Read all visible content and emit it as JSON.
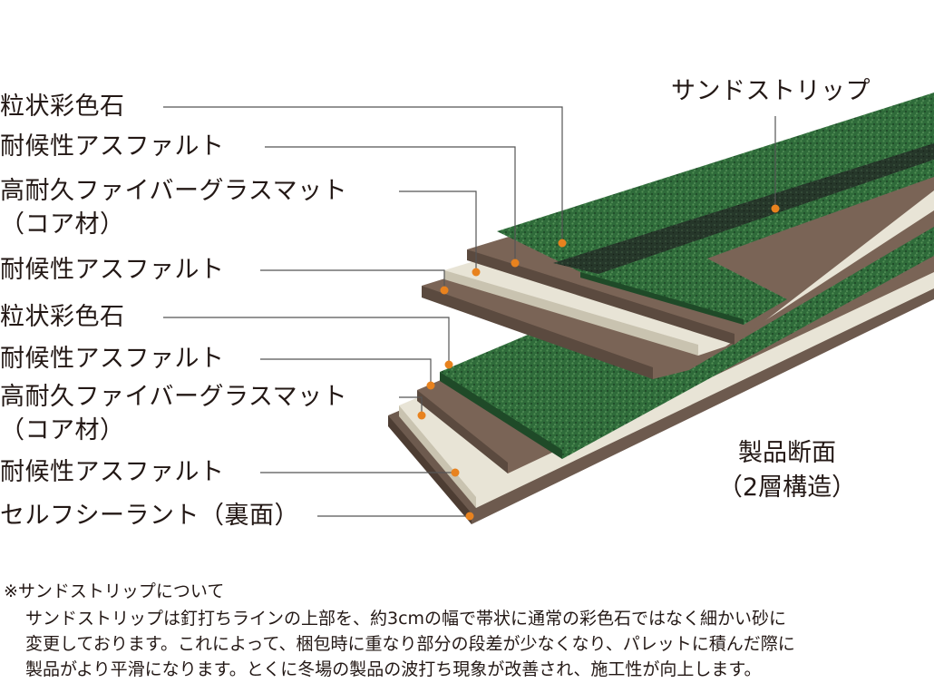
{
  "labels": {
    "upper_granules": "粒状彩色石",
    "upper_asphalt_1": "耐候性アスファルト",
    "upper_mat_line1": "高耐久ファイバーグラスマット",
    "upper_mat_line2": "（コア材）",
    "upper_asphalt_2": "耐候性アスファルト",
    "lower_granules": "粒状彩色石",
    "lower_asphalt_1": "耐候性アスファルト",
    "lower_mat_line1": "高耐久ファイバーグラスマット",
    "lower_mat_line2": "（コア材）",
    "lower_asphalt_2": "耐候性アスファルト",
    "sealant": "セルフシーラント（裏面）",
    "sand_strip": "サンドストリップ"
  },
  "caption": {
    "line1": "製品断面",
    "line2": "（2層構造）"
  },
  "footnote": {
    "heading": "※サンドストリップについて",
    "line1": "サンドストリップは釘打ちラインの上部を、約3cmの幅で帯状に通常の彩色石ではなく細かい砂に",
    "line2": "変更しております。これによって、梱包時に重なり部分の段差が少なくなり、パレットに積んだ際に",
    "line3": "製品がより平滑になります。とくに冬場の製品の波打ち現象が改善され、施工性が向上します。"
  },
  "colors": {
    "granule_green": "#2f6b3a",
    "asphalt_brown": "#7a6456",
    "mat_cream": "#e8e4d6",
    "sand_strip": "#2b3a2a",
    "leader_dot": "#e8821e",
    "leader_line": "#555555"
  }
}
